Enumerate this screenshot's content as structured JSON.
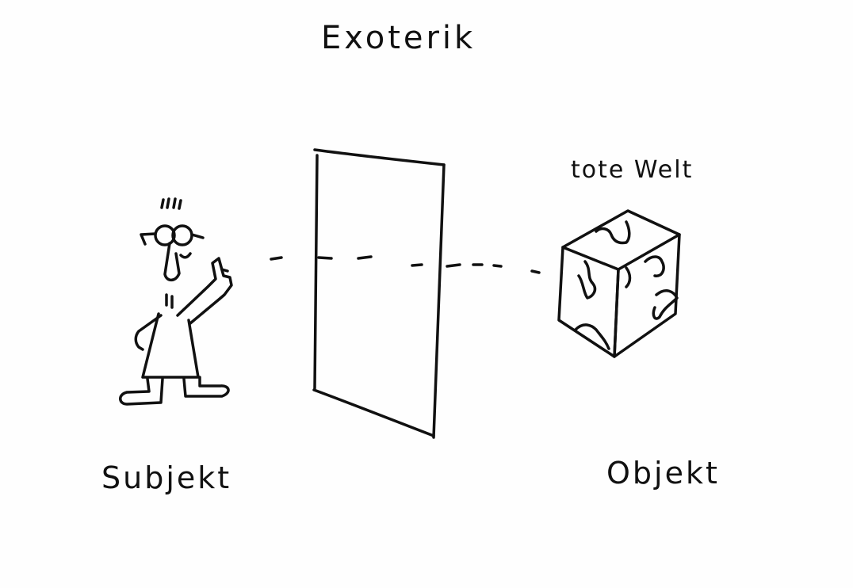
{
  "diagram": {
    "title": "Exoterik",
    "object_caption": "tote Welt",
    "subject_label": "Subjekt",
    "object_label": "Objekt",
    "ink_color": "#111111",
    "background_color": "#fefefe"
  }
}
